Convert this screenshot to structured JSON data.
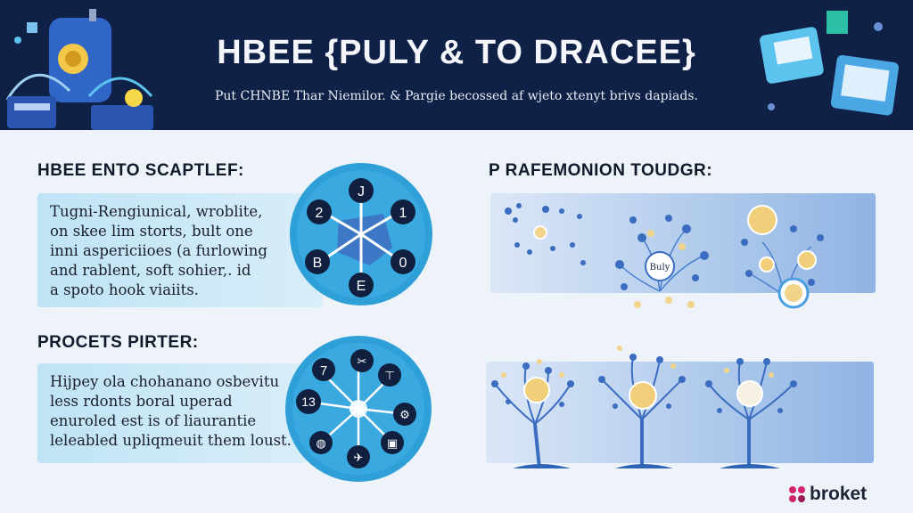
{
  "header": {
    "title": "HBEE {PULY & TO DRACEE}",
    "subtitle": "Put CHNBE Thar Niemilor. & Pargie becossed af wjeto xtenyt brivs dapiads."
  },
  "section1": {
    "title": "HBEE ENTO SCAPTLEF:",
    "lines": [
      "Tugni-Rengiunical, wroblite,",
      "on skee lim storts, bult one",
      "inni aspericiioes (a furlowing",
      "and rablent, soft sohier,. id",
      "a spoto hook viaiits."
    ],
    "dial_labels": [
      "J",
      "2",
      "1",
      "B",
      "0",
      "E"
    ]
  },
  "section2": {
    "title": "PROCETS PIRTER:",
    "lines": [
      "Hijpey ola chohanano osbevitu",
      "less rdonts boral uperad",
      "enuroled est is of liaurantie",
      "leleabled upliqmeuit them loust."
    ],
    "dial_labels": [
      "7",
      "13"
    ]
  },
  "section3": {
    "title": "P RAFEMONION TOUDGR:",
    "node_label": "Buly"
  },
  "brand": {
    "name": "broket",
    "accent": "#d2246e"
  },
  "colors": {
    "header_bg": "#0f2146",
    "accent_blue": "#2d82c8",
    "dial_blue": "#2f9fd8"
  }
}
